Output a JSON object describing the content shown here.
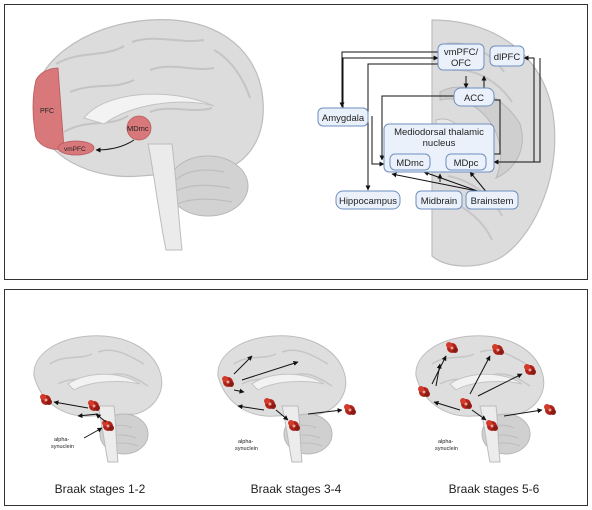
{
  "top": {
    "brain_labels": {
      "pfc": "PFC",
      "mdmc": "MDmc",
      "vmpfc": "vmPFC"
    },
    "nodes": {
      "vmpfc_ofc_line1": "vmPFC/",
      "vmpfc_ofc_line2": "OFC",
      "dlpfc": "dlPFC",
      "amygdala": "Amygdala",
      "acc": "ACC",
      "md_title_line1": "Mediodorsal thalamic",
      "md_title_line2": "nucleus",
      "mdmc": "MDmc",
      "mdpc": "MDpc",
      "hippocampus": "Hippocampus",
      "midbrain": "Midbrain",
      "brainstem": "Brainstem"
    }
  },
  "bottom": {
    "synuclein_label_line1": "alpha-",
    "synuclein_label_line2": "synuclein",
    "stages": [
      "Braak stages 1-2",
      "Braak stages 3-4",
      "Braak stages 5-6"
    ]
  },
  "colors": {
    "brain_fill": "#dcdcdc",
    "brain_stroke": "#bdbdbd",
    "highlight_pink": "#d9787a",
    "node_fill": "#eaf1fb",
    "node_stroke": "#6f8fbf",
    "lesion_red": "#b0231b"
  }
}
